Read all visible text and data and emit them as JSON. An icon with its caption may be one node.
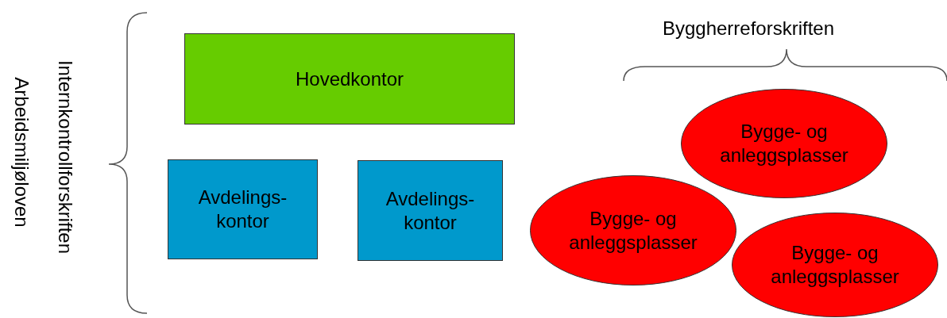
{
  "diagram": {
    "nodes": [
      {
        "text": [
          "Hovedkontor"
        ]
      },
      {
        "text": [
          "Avdelings- kontor"
        ]
      },
      {
        "text": [
          "Avdelings- kontor"
        ]
      },
      {
        "text": [
          "Bygge- og anleggsplasser"
        ]
      },
      {
        "text": [
          "Bygge- og anleggsplasser"
        ]
      },
      {
        "text": [
          "Bygge- og anleggsplasser"
        ]
      }
    ],
    "labels": [
      "Internkontrollforskriften",
      "Arbeidsmiljøloven",
      "Byggherreforskriften"
    ]
  }
}
